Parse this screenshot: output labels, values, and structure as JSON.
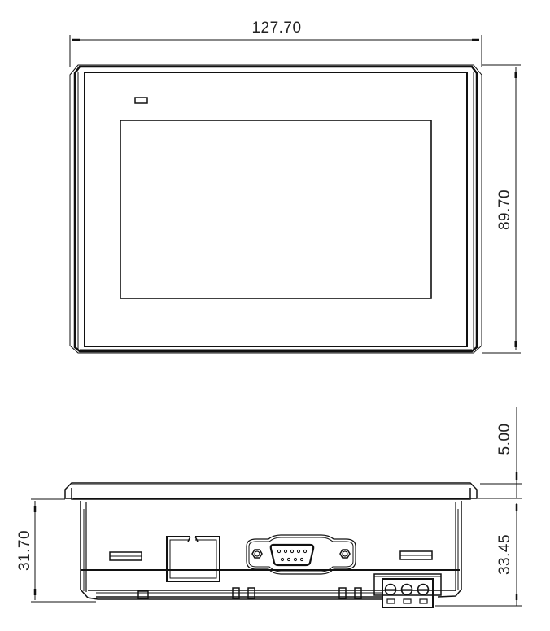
{
  "drawing": {
    "units": "mm",
    "views": [
      {
        "name": "front-view",
        "description": "HMI panel front view",
        "features": [
          "outer bezel",
          "status LED indicator",
          "display screen"
        ]
      },
      {
        "name": "side-view",
        "description": "HMI panel bottom/side view",
        "features": [
          "front bezel flange",
          "rear housing",
          "vent slot left",
          "RJ45 ethernet port",
          "DB9 serial port",
          "vent slot right",
          "3-pin power terminal block"
        ]
      }
    ]
  },
  "dimensions": {
    "front_width": "127.70",
    "front_height": "89.70",
    "bezel_depth": "5.00",
    "housing_depth_right": "33.45",
    "housing_depth_left": "31.70"
  },
  "colors": {
    "line": "#111111",
    "text": "#222222",
    "background": "#ffffff"
  }
}
